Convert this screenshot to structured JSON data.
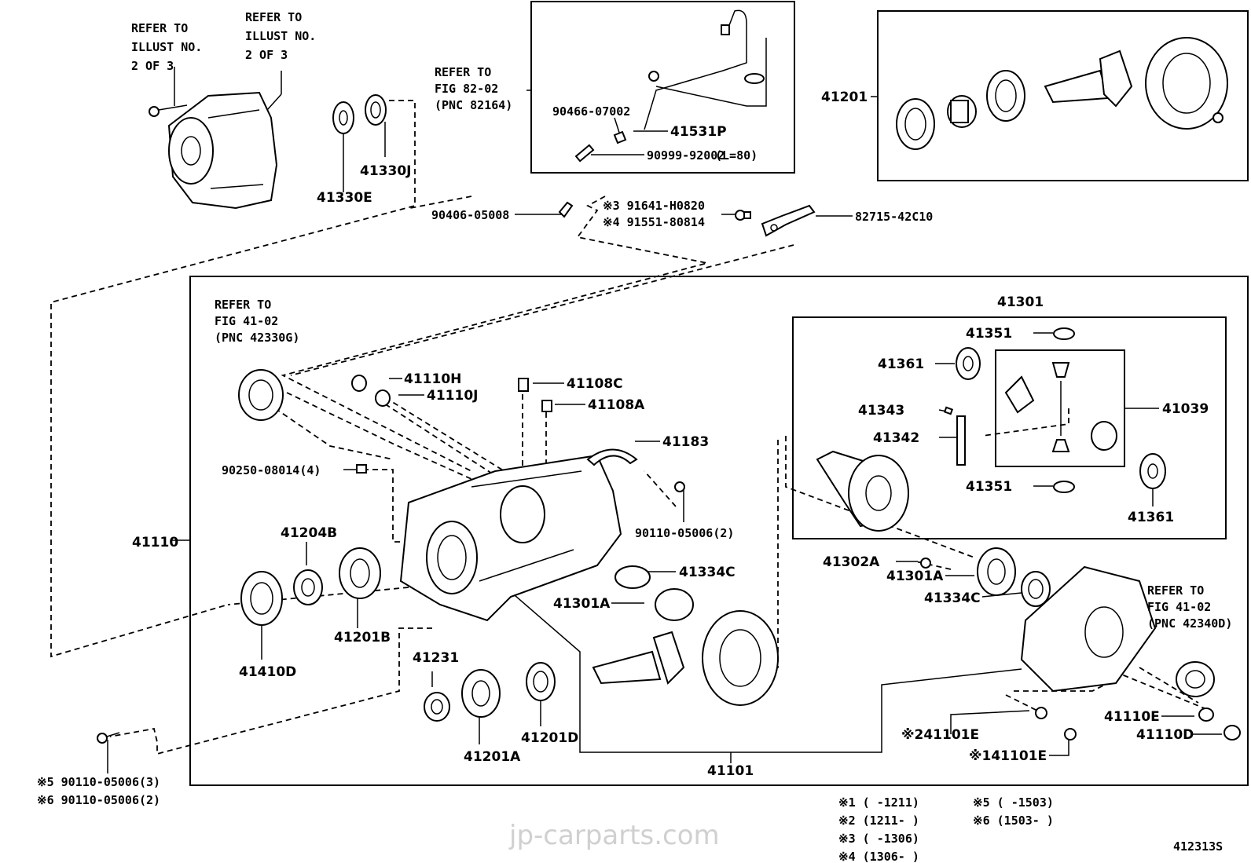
{
  "refer_notes": {
    "illust_left": [
      "REFER TO",
      "ILLUST NO.",
      "2 OF 3"
    ],
    "illust_right": [
      "REFER TO",
      "ILLUST NO.",
      "2 OF 3"
    ],
    "fig_82_02": [
      "REFER TO",
      "FIG 82-02",
      "(PNC 82164)"
    ],
    "fig_41_02_a": [
      "REFER TO",
      "FIG 41-02",
      "(PNC 42330G)"
    ],
    "fig_41_02_b": [
      "REFER TO",
      "FIG 41-02",
      "(PNC 42340D)"
    ]
  },
  "parts": {
    "p41330E": "41330E",
    "p41330J": "41330J",
    "p90466": "90466-07002",
    "p41531P": "41531P",
    "p90999": "90999-92002",
    "p90999_len": "(L=80)",
    "p90406": "90406-05008",
    "p91641": "※3 91641-H0820",
    "p91551": "※4 91551-80814",
    "p82715": "82715-42C10",
    "p41201": "41201",
    "p41301": "41301",
    "p41351a": "41351",
    "p41361a": "41361",
    "p41343": "41343",
    "p41342": "41342",
    "p41039": "41039",
    "p41351b": "41351",
    "p41361b": "41361",
    "p41110H": "41110H",
    "p41110J": "41110J",
    "p41108C": "41108C",
    "p41108A": "41108A",
    "p41183": "41183",
    "p90250": "90250-08014(4)",
    "p90110a": "90110-05006(2)",
    "p41110": "41110",
    "p41204B": "41204B",
    "p41201B": "41201B",
    "p41410D": "41410D",
    "p41334Ca": "41334C",
    "p41301Aa": "41301A",
    "p41231": "41231",
    "p41201A": "41201A",
    "p41201D": "41201D",
    "p41101": "41101",
    "p41302A": "41302A",
    "p41301Ab": "41301A",
    "p41334Cb": "41334C",
    "p41110E": "41110E",
    "p41110D": "41110D",
    "p41101Ea": "※241101E",
    "p41101Eb": "※141101E",
    "p90110b": "※5 90110-05006(3)",
    "p90110c": "※6 90110-05006(2)"
  },
  "date_notes": {
    "n1": "※1 (      -1211)",
    "n2": "※2 (1211-      )",
    "n3": "※3 (      -1306)",
    "n4": "※4 (1306-      )",
    "n5": "※5 (      -1503)",
    "n6": "※6 (1503-      )"
  },
  "watermark": "jp-carparts.com",
  "figure_code": "412313S"
}
